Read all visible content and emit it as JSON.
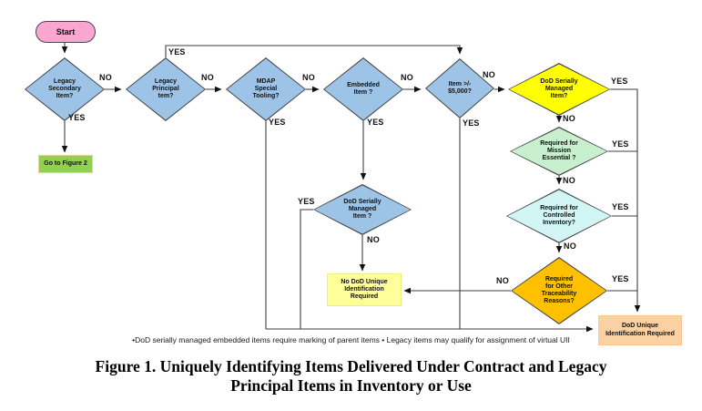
{
  "figure": {
    "footnote": "•DoD serially managed embedded items require marking of parent items  • Legacy items may qualify for  assignment  of virtual UII",
    "caption_line1": "Figure 1.  Uniquely Identifying Items Delivered Under Contract and Legacy",
    "caption_line2": "Principal Items in Inventory or Use"
  },
  "colors": {
    "decision_blue": "#9dc3e6",
    "decision_yellow": "#ffff00",
    "decision_green": "#c8efce",
    "decision_cyan": "#d2f5f6",
    "decision_amber": "#ffc000",
    "start_pink": "#f9a7d1",
    "go_green": "#92d050",
    "no_uid_yellow": "#ffff99",
    "uid_peach": "#fbd0a2",
    "line": "#3f3f3f"
  },
  "nodes": {
    "start": {
      "label": "Start",
      "type": "terminator"
    },
    "legacy_secondary": {
      "label": "Legacy\nSecondary\nItem?",
      "type": "decision"
    },
    "go_figure2": {
      "label": "Go to Figure 2",
      "type": "process"
    },
    "legacy_principal": {
      "label": "Legacy\nPrincipal\ntem?",
      "type": "decision"
    },
    "mdap": {
      "label": "MDAP\nSpecial\nTooling?",
      "type": "decision"
    },
    "embedded": {
      "label": "Embedded\nItem ?",
      "type": "decision"
    },
    "item_5000": {
      "label": "Item >/-\n$5,000?",
      "type": "decision"
    },
    "dod_serial_top": {
      "label": "DoD Serially\nManaged\nItem?",
      "type": "decision"
    },
    "mission": {
      "label": "Required for\nMission\nEssential ?",
      "type": "decision"
    },
    "controlled": {
      "label": "Required  for\nControlled\nInventory?",
      "type": "decision"
    },
    "traceability": {
      "label": "Required\nfor  Other\nTraceability\nReasons?",
      "type": "decision"
    },
    "dod_serial_mid": {
      "label": "DoD Serially\nManaged\nItem ?",
      "type": "decision"
    },
    "no_uid": {
      "label": "No DoD Unique\nIdentification\nRequired",
      "type": "process"
    },
    "uid": {
      "label": "DoD Unique\nIdentification Required",
      "type": "process"
    }
  },
  "edge_labels": {
    "sec_no": "NO",
    "sec_yes": "YES",
    "prin_yes": "YES",
    "prin_no": "NO",
    "mdap_no": "NO",
    "mdap_yes": "YES",
    "emb_no": "NO",
    "emb_yes": "YES",
    "item_no": "NO",
    "item_yes": "YES",
    "serial_top_yes": "YES",
    "serial_top_no": "NO",
    "mission_yes": "YES",
    "mission_no": "NO",
    "controlled_yes": "YES",
    "controlled_no": "NO",
    "trace_yes": "YES",
    "trace_no": "NO",
    "serial_mid_yes": "YES",
    "serial_mid_no": "NO"
  }
}
